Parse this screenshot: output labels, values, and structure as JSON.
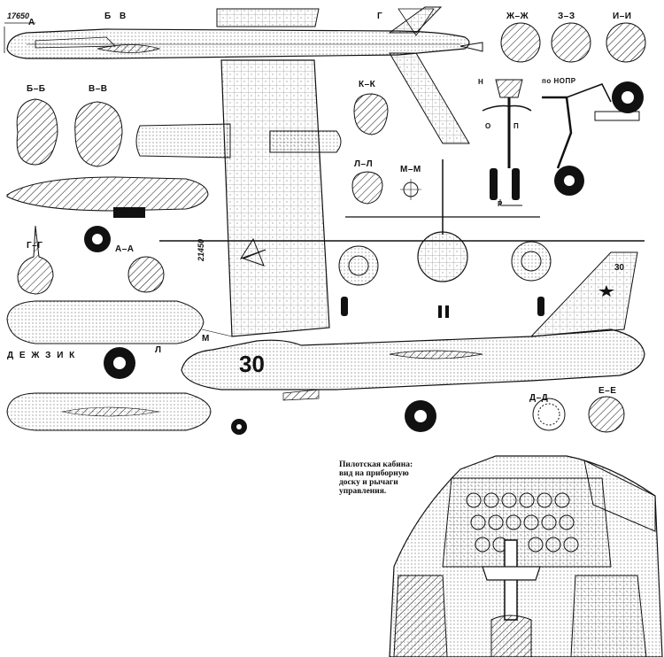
{
  "labels": {
    "dim_length": "17650",
    "dim_span": "21450",
    "sec_A_top": "А",
    "sec_B_top": "Б",
    "sec_V_top": "В",
    "sec_G_top": "Г",
    "sec_BB": "Б–Б",
    "sec_VV": "В–В",
    "sec_GG": "Г–Г",
    "sec_AA": "А–А",
    "sec_KK": "К–К",
    "sec_LL": "Л–Л",
    "sec_MM": "М–М",
    "sec_ZhZh": "Ж–Ж",
    "sec_ZZ": "З–З",
    "sec_II": "И–И",
    "sec_DD": "Д–Д",
    "sec_EE": "Е–Е",
    "bottom_row": "Д Е   Ж З И   К",
    "sec_L_mark": "Л",
    "sec_M_mark": "М",
    "gear_nose_label": "по НОПР",
    "gear_H": "Н",
    "gear_O": "О",
    "gear_P": "П",
    "gear_R": "Р",
    "tail_number": "30",
    "fin_number": "30"
  },
  "caption": {
    "line1": "Пилотская кабина:",
    "line2": "вид на приборную",
    "line3": "доску и рычаги",
    "line4": "управления."
  },
  "colors": {
    "ink": "#111111",
    "paper": "#ffffff"
  }
}
